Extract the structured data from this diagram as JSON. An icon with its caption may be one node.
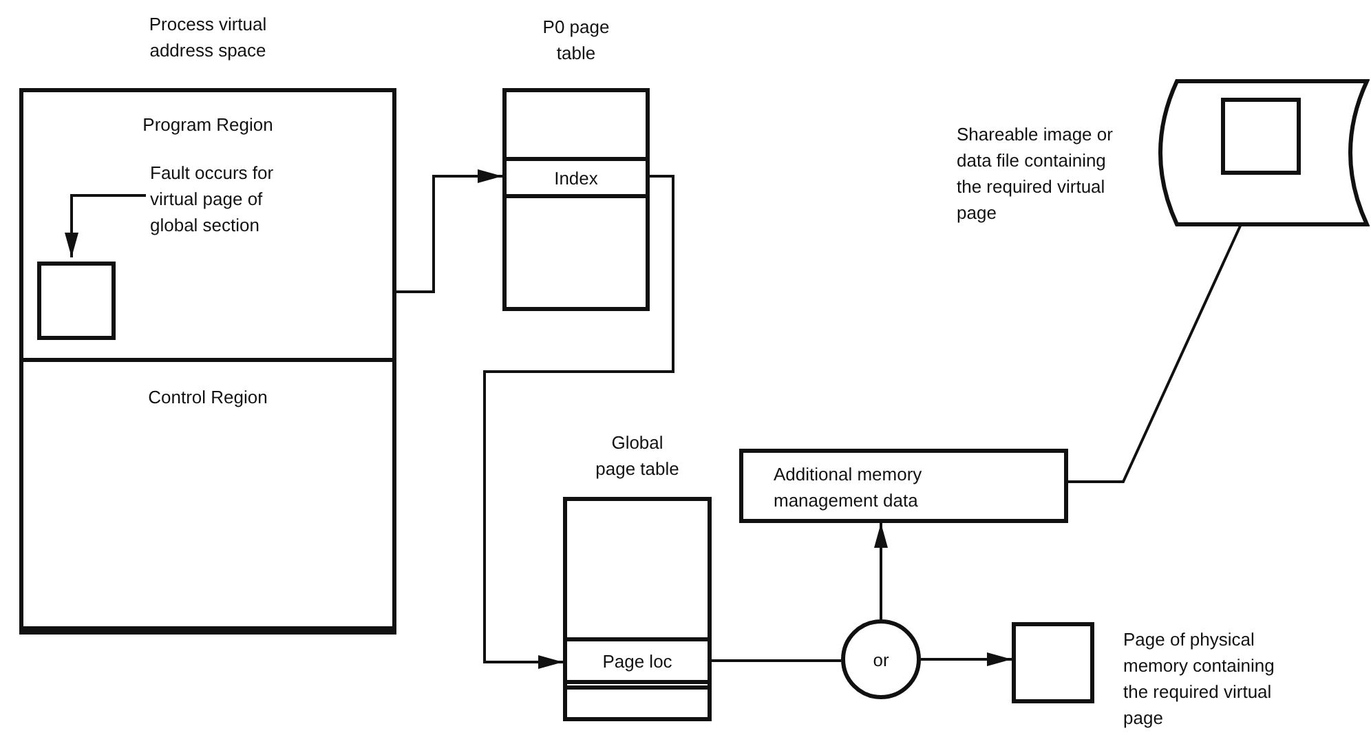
{
  "diagram": {
    "nodes": [
      {
        "text": [
          "Process virtual address space"
        ]
      },
      {
        "text": [
          "Program Region"
        ],
        "in": 0
      },
      {
        "text": [
          "Fault occurs for virtual page of global section"
        ],
        "in": 1
      },
      {
        "text": [],
        "shape": "box",
        "in": 1
      },
      {
        "text": [
          "Control Region"
        ],
        "in": 0
      },
      {
        "text": [
          "P0 page table"
        ]
      },
      {
        "text": [
          "Index"
        ],
        "in": 5
      },
      {
        "text": [
          "Global page table"
        ]
      },
      {
        "text": [
          "Page loc"
        ],
        "in": 7
      },
      {
        "text": [
          "Additional memory management data"
        ]
      },
      {
        "text": [
          "or"
        ]
      },
      {
        "text": [],
        "shape": "box",
        "beside": [
          "Page of physical memory containing the required virtual page"
        ]
      },
      {
        "text": [],
        "shape": "cylinder",
        "beside": [
          "Shareable image or data file containing the required virtual page"
        ]
      },
      {
        "text": [],
        "shape": "box",
        "in": 12
      }
    ],
    "edges": [
      {
        "from": 2,
        "to": 3,
        "arrow": "to"
      },
      {
        "from": 1,
        "to": 6,
        "arrow": "to"
      },
      {
        "from": 6,
        "to": 8,
        "arrow": "to"
      },
      {
        "from": 8,
        "to": 10,
        "arrow": "none"
      },
      {
        "from": 10,
        "to": 9,
        "arrow": "to"
      },
      {
        "from": 10,
        "to": 11,
        "arrow": "to"
      },
      {
        "from": 9,
        "to": 13,
        "arrow": "to"
      }
    ]
  }
}
